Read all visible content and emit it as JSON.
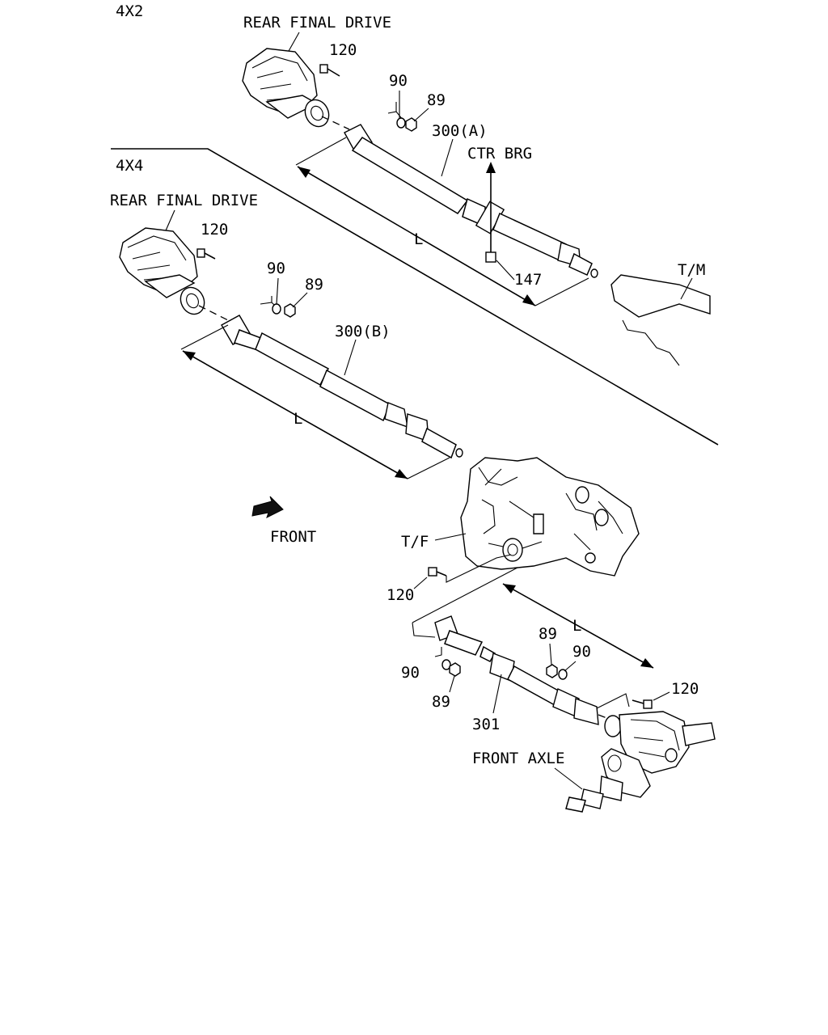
{
  "sections": {
    "top_label": "4X2",
    "bottom_label": "4X4"
  },
  "labels": {
    "rear_final_drive_top": "REAR FINAL DRIVE",
    "rear_final_drive_bottom": "REAR FINAL DRIVE",
    "ctr_brg": "CTR BRG",
    "tm": "T/M",
    "tf": "T/F",
    "front": "FRONT",
    "front_axle": "FRONT AXLE",
    "dim_l_top": "L",
    "dim_l_mid": "L",
    "dim_l_front": "L"
  },
  "parts": {
    "p120_a": "120",
    "p90_a": "90",
    "p89_a": "89",
    "p300a": "300(A)",
    "p147": "147",
    "p120_b": "120",
    "p90_b": "90",
    "p89_b": "89",
    "p300b": "300(B)",
    "p120_c": "120",
    "p89_c": "89",
    "p90_c": "90",
    "p120_d": "120",
    "p90_d": "90",
    "p89_d": "89",
    "p301": "301"
  },
  "colors": {
    "line": "#000000",
    "background": "#ffffff"
  }
}
